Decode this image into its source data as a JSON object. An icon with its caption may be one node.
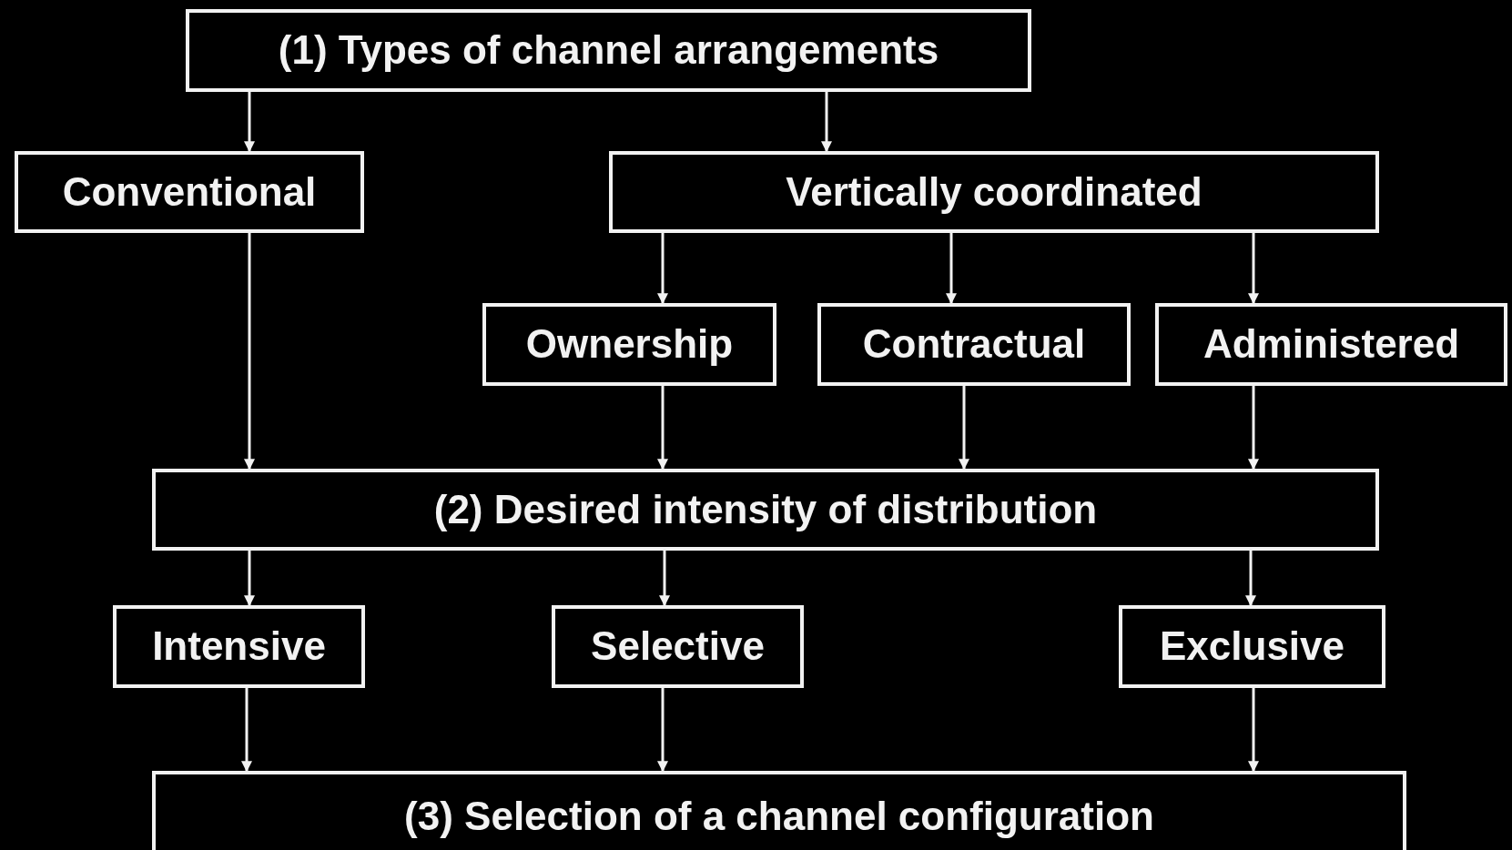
{
  "diagram": {
    "nodes": [
      {
        "text": [
          "(1) Types of channel arrangements"
        ]
      },
      {
        "text": [
          "Conventional"
        ]
      },
      {
        "text": [
          "Vertically coordinated"
        ]
      },
      {
        "text": [
          "Ownership"
        ]
      },
      {
        "text": [
          "Contractual"
        ]
      },
      {
        "text": [
          "Administered"
        ]
      },
      {
        "text": [
          "(2) Desired intensity of distribution"
        ]
      },
      {
        "text": [
          "Intensive"
        ]
      },
      {
        "text": [
          "Selective"
        ]
      },
      {
        "text": [
          "Exclusive"
        ]
      },
      {
        "text": [
          "(3) Selection of a channel configuration"
        ]
      }
    ],
    "edges": [
      {
        "from": 0,
        "to": 1,
        "arrow": "to"
      },
      {
        "from": 0,
        "to": 2,
        "arrow": "to"
      },
      {
        "from": 2,
        "to": 3,
        "arrow": "to"
      },
      {
        "from": 2,
        "to": 4,
        "arrow": "to"
      },
      {
        "from": 2,
        "to": 5,
        "arrow": "to"
      },
      {
        "from": 1,
        "to": 6,
        "arrow": "to"
      },
      {
        "from": 3,
        "to": 6,
        "arrow": "to"
      },
      {
        "from": 4,
        "to": 6,
        "arrow": "to"
      },
      {
        "from": 5,
        "to": 6,
        "arrow": "to"
      },
      {
        "from": 6,
        "to": 7,
        "arrow": "to"
      },
      {
        "from": 6,
        "to": 8,
        "arrow": "to"
      },
      {
        "from": 6,
        "to": 9,
        "arrow": "to"
      },
      {
        "from": 7,
        "to": 10,
        "arrow": "to"
      },
      {
        "from": 8,
        "to": 10,
        "arrow": "to"
      },
      {
        "from": 9,
        "to": 10,
        "arrow": "to"
      }
    ]
  }
}
